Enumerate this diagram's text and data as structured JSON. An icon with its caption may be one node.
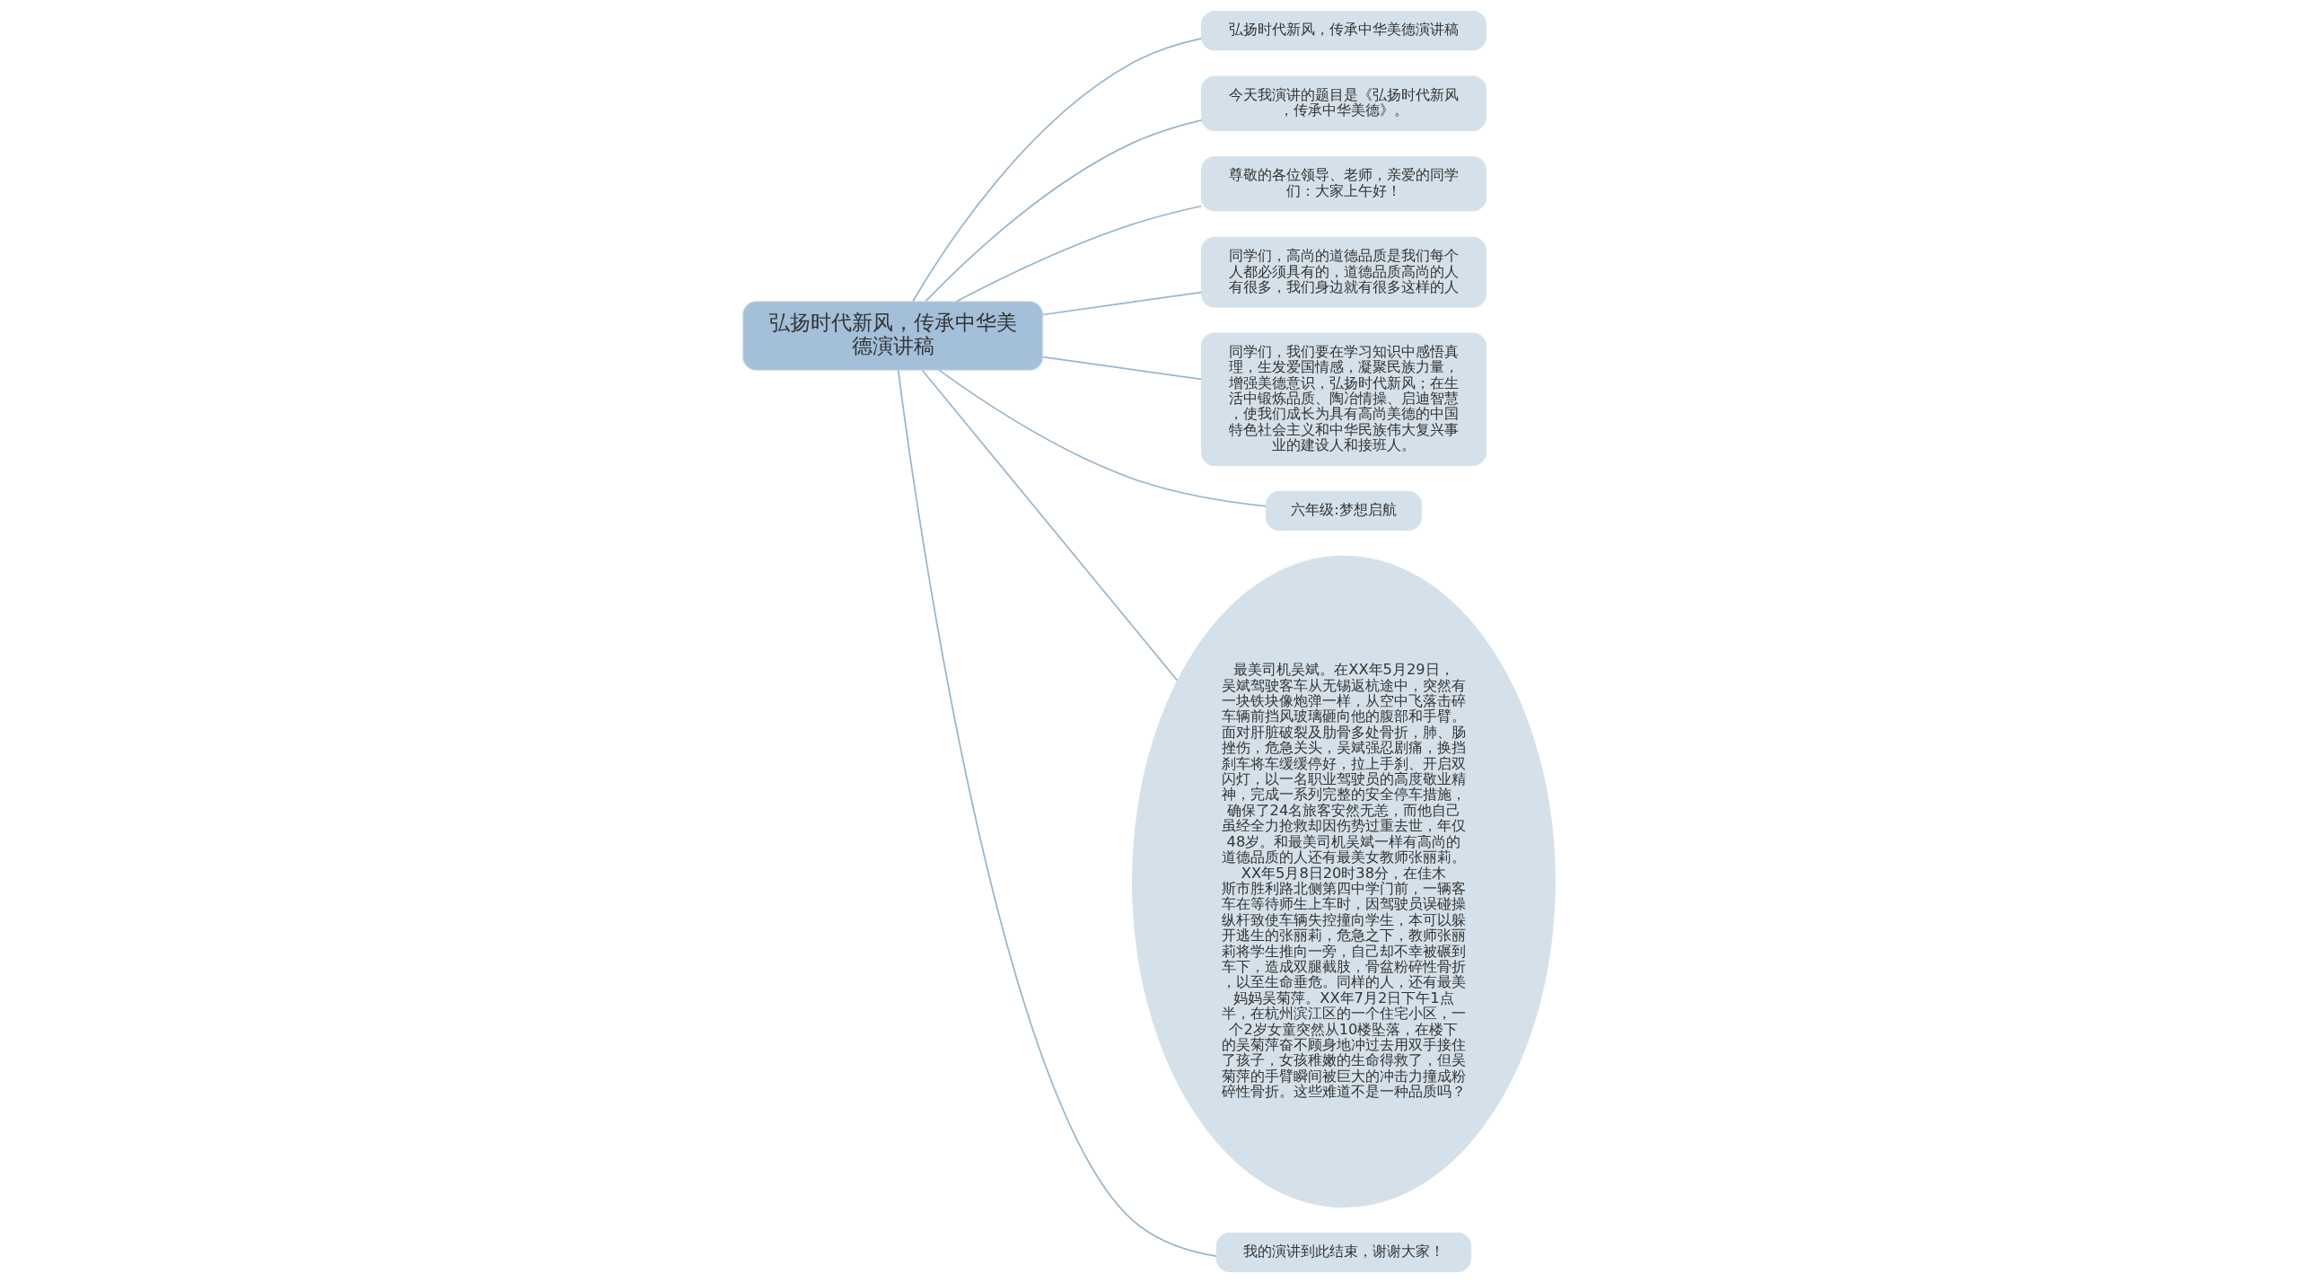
{
  "diagram": {
    "nodes": [
      {
        "text": [
          "弘扬时代新风，传承中华美德演讲稿"
        ]
      },
      {
        "text": [
          "弘扬时代新风，传承中华美德演讲稿"
        ]
      },
      {
        "text": [
          "今天我演讲的题目是《弘扬时代新风，传承中华美德》。"
        ]
      },
      {
        "text": [
          "尊敬的各位领导、老师，亲爱的同学们：大家上午好！"
        ]
      },
      {
        "text": [
          "同学们，高尚的道德品质是我们每个人都必须具有的，道德品质高尚的人有很多，我们身边就有很多这样的人"
        ]
      },
      {
        "text": [
          "同学们，我们要在学习知识中感悟真理，生发爱国情感，凝聚民族力量，增强美德意识，弘扬时代新风；在生活中锻炼品质、陶冶情操、启迪智慧，使我们成长为具有高尚美德的中国特色社会主义和中华民族伟大复兴事业的建设人和接班人。"
        ]
      },
      {
        "text": [
          "六年级:梦想启航"
        ]
      },
      {
        "text": [
          "最美司机吴斌。在XX年5月29日，吴斌驾驶客车从无锡返杭途中，突然有一块铁块像炮弹一样，从空中飞落击碎车辆前挡风玻璃砸向他的腹部和手臂。面对肝脏破裂及肋骨多处骨折，肺、肠挫伤，危急关头，吴斌强忍剧痛，换挡刹车将车缓缓停好，拉上手刹、开启双闪灯，以一名职业驾驶员的高度敬业精神，完成一系列完整的安全停车措施，确保了24名旅客安然无恙，而他自己虽经全力抢救却因伤势过重去世，年仅48岁。和最美司机吴斌一样有高尚的道德品质的人还有最美女教师张丽莉。XX年5月8日20时38分，在佳木斯市胜利路北侧第四中学门前，一辆客车在等待师生上车时，因驾驶员误碰操纵杆致使车辆失控撞向学生，本可以躲开逃生的张丽莉，危急之下，教师张丽莉将学生推向一旁，自己却不幸被碾到车下，造成双腿截肢，骨盆粉碎性骨折，以至生命垂危。同样的人，还有最美妈妈吴菊萍。XX年7月2日下午1点半，在杭州滨江区的一个住宅小区，一个2岁女童突然从10楼坠落，在楼下的吴菊萍奋不顾身地冲过去用双手接住了孩子，女孩稚嫩的生命得救了，但吴菊萍的手臂瞬间被巨大的冲击力撞成粉碎性骨折。这些难道不是一种品质吗？"
        ]
      },
      {
        "text": [
          "我的演讲到此结束，谢谢大家！"
        ]
      }
    ],
    "edges": [
      {
        "from": 0,
        "to": 1,
        "arrow": "none"
      },
      {
        "from": 0,
        "to": 2,
        "arrow": "none"
      },
      {
        "from": 0,
        "to": 3,
        "arrow": "none"
      },
      {
        "from": 0,
        "to": 4,
        "arrow": "none"
      },
      {
        "from": 0,
        "to": 5,
        "arrow": "none"
      },
      {
        "from": 0,
        "to": 6,
        "arrow": "none"
      },
      {
        "from": 0,
        "to": 7,
        "arrow": "none"
      },
      {
        "from": 0,
        "to": 8,
        "arrow": "none"
      }
    ]
  }
}
